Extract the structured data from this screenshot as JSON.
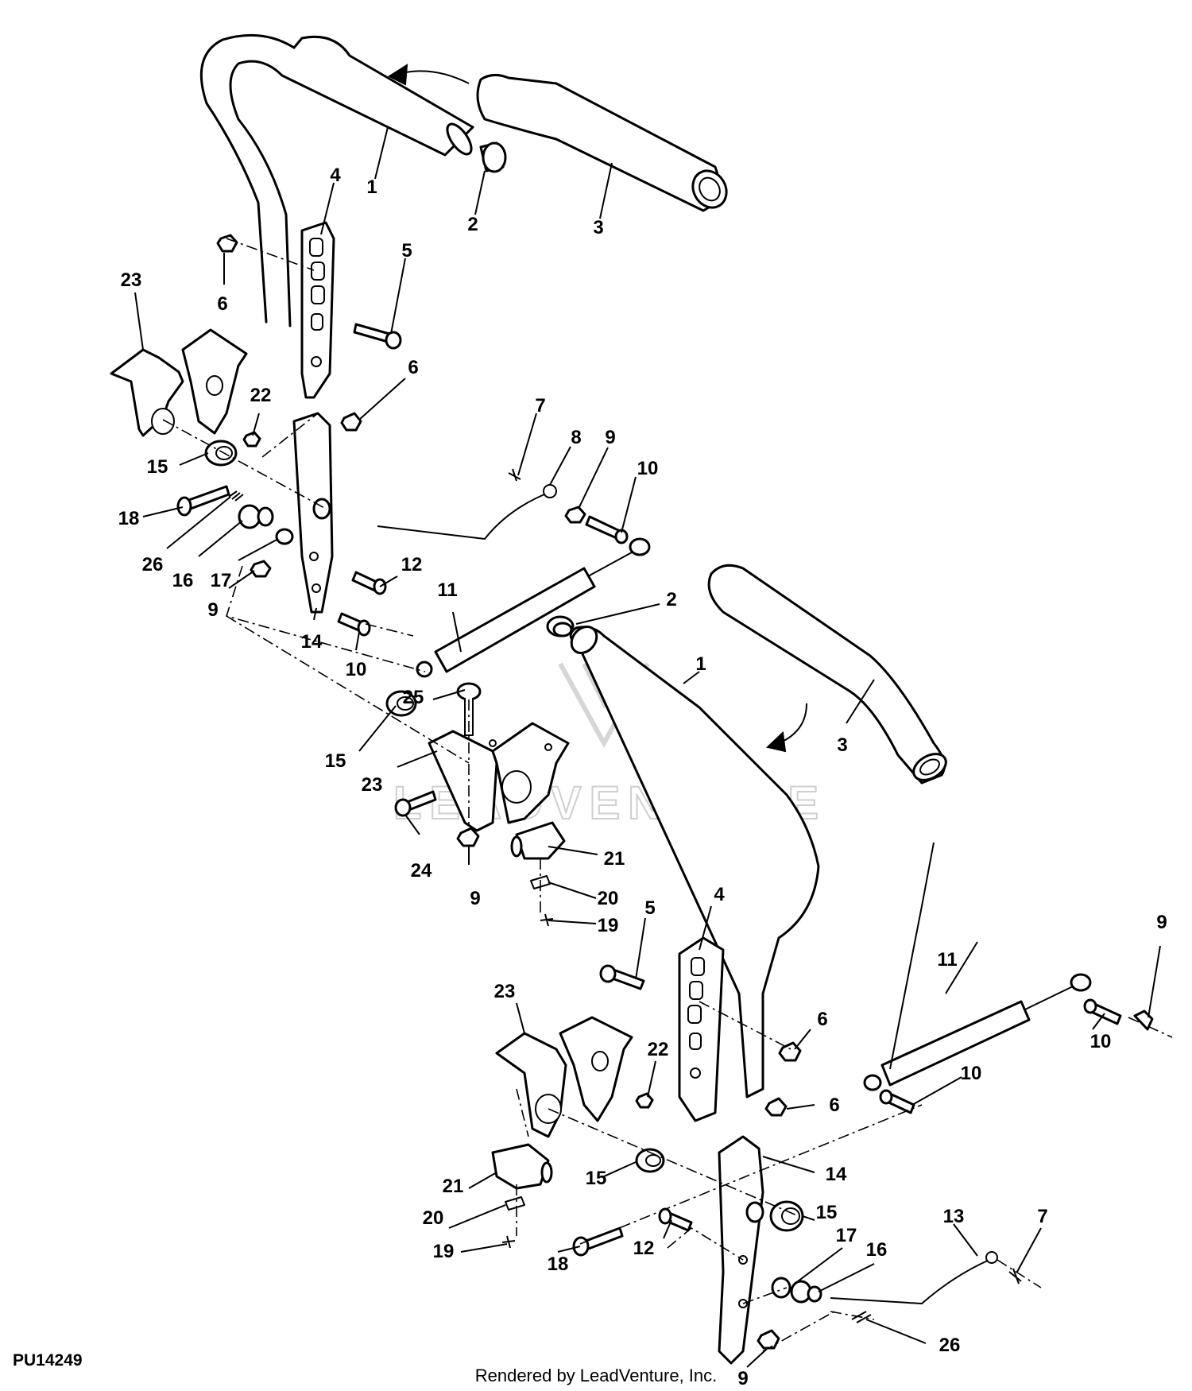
{
  "diagram": {
    "figure_id": "PU14249",
    "credit": "Rendered by LeadVenture, Inc.",
    "watermark": "LEADVENTURE",
    "callouts": [
      {
        "id": "c1a",
        "text": "1"
      },
      {
        "id": "c2a",
        "text": "2"
      },
      {
        "id": "c3a",
        "text": "3"
      },
      {
        "id": "c4a",
        "text": "4"
      },
      {
        "id": "c5a",
        "text": "5"
      },
      {
        "id": "c6a",
        "text": "6"
      },
      {
        "id": "c23a",
        "text": "23"
      },
      {
        "id": "c6b",
        "text": "6"
      },
      {
        "id": "c22a",
        "text": "22"
      },
      {
        "id": "c15a",
        "text": "15"
      },
      {
        "id": "c18a",
        "text": "18"
      },
      {
        "id": "c26a",
        "text": "26"
      },
      {
        "id": "c16a",
        "text": "16"
      },
      {
        "id": "c17a",
        "text": "17"
      },
      {
        "id": "c9a",
        "text": "9"
      },
      {
        "id": "c14a",
        "text": "14"
      },
      {
        "id": "c12a",
        "text": "12"
      },
      {
        "id": "c10a",
        "text": "10"
      },
      {
        "id": "c7a",
        "text": "7"
      },
      {
        "id": "c8a",
        "text": "8"
      },
      {
        "id": "c9b",
        "text": "9"
      },
      {
        "id": "c10b",
        "text": "10"
      },
      {
        "id": "c11a",
        "text": "11"
      },
      {
        "id": "c2b",
        "text": "2"
      },
      {
        "id": "c1b",
        "text": "1"
      },
      {
        "id": "c3b",
        "text": "3"
      },
      {
        "id": "c25a",
        "text": "25"
      },
      {
        "id": "c15b",
        "text": "15"
      },
      {
        "id": "c23b",
        "text": "23"
      },
      {
        "id": "c24a",
        "text": "24"
      },
      {
        "id": "c9c",
        "text": "9"
      },
      {
        "id": "c21a",
        "text": "21"
      },
      {
        "id": "c20a",
        "text": "20"
      },
      {
        "id": "c19a",
        "text": "19"
      },
      {
        "id": "c5b",
        "text": "5"
      },
      {
        "id": "c4b",
        "text": "4"
      },
      {
        "id": "c9d",
        "text": "9"
      },
      {
        "id": "c11b",
        "text": "11"
      },
      {
        "id": "c10c",
        "text": "10"
      },
      {
        "id": "c6c",
        "text": "6"
      },
      {
        "id": "c23c",
        "text": "23"
      },
      {
        "id": "c22b",
        "text": "22"
      },
      {
        "id": "c10d",
        "text": "10"
      },
      {
        "id": "c6d",
        "text": "6"
      },
      {
        "id": "c14b",
        "text": "14"
      },
      {
        "id": "c15c",
        "text": "15"
      },
      {
        "id": "c21b",
        "text": "21"
      },
      {
        "id": "c15d",
        "text": "15"
      },
      {
        "id": "c20b",
        "text": "20"
      },
      {
        "id": "c17b",
        "text": "17"
      },
      {
        "id": "c13a",
        "text": "13"
      },
      {
        "id": "c7b",
        "text": "7"
      },
      {
        "id": "c16b",
        "text": "16"
      },
      {
        "id": "c19b",
        "text": "19"
      },
      {
        "id": "c18b",
        "text": "18"
      },
      {
        "id": "c12b",
        "text": "12"
      },
      {
        "id": "c26b",
        "text": "26"
      },
      {
        "id": "c9e",
        "text": "9"
      }
    ]
  }
}
